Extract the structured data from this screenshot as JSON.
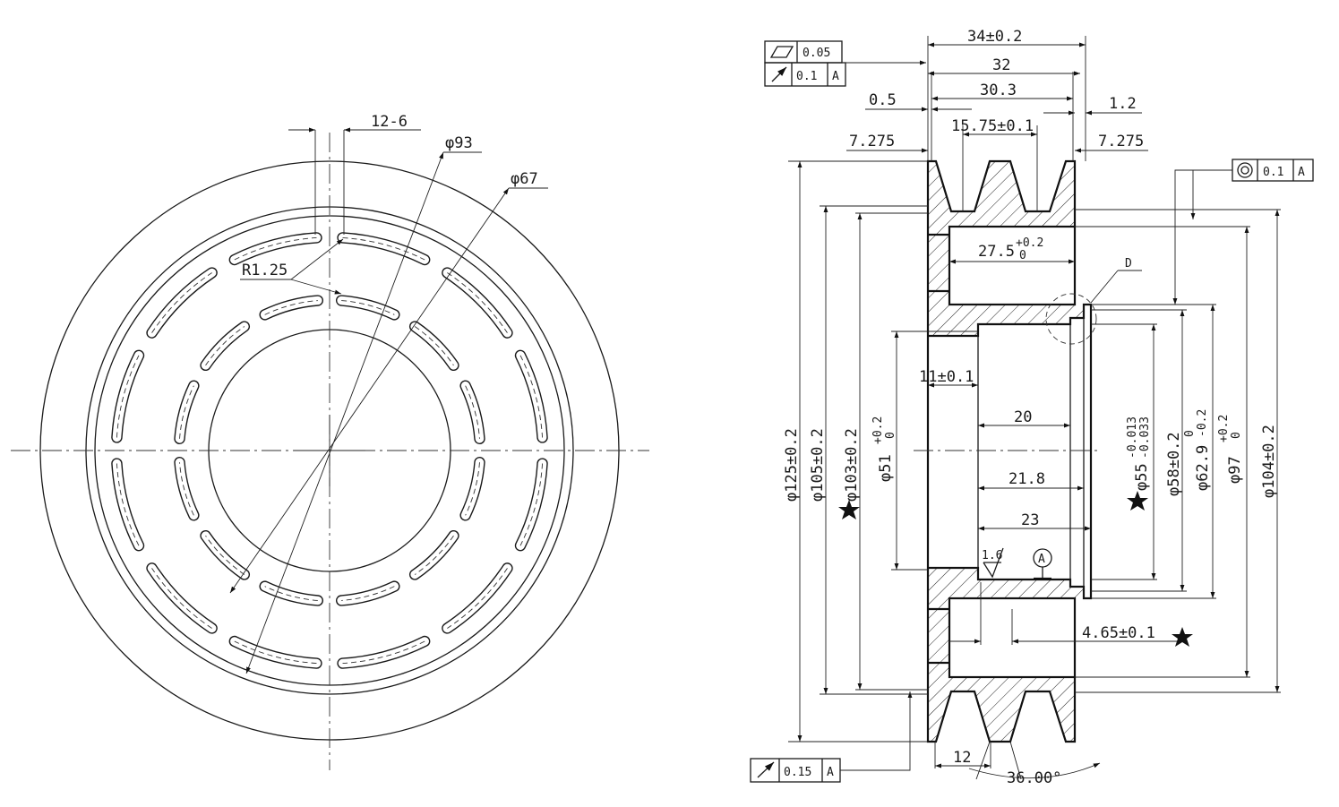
{
  "front_view": {
    "slot_dim": "12-6",
    "dia_outer_slots": "φ93",
    "dia_inner_slots": "φ67",
    "radius": "R1.25"
  },
  "section_view": {
    "flatness_frame": {
      "symbol": "flatness",
      "value": "0.05"
    },
    "runout_top_frame": {
      "symbol": "runout",
      "value": "0.1",
      "datum": "A"
    },
    "concentricity_frame": {
      "symbol": "concentricity",
      "value": "0.1",
      "datum": "A"
    },
    "runout_bottom_frame": {
      "symbol": "runout",
      "value": "0.15",
      "datum": "A"
    },
    "dims": {
      "total_width": "34±0.2",
      "width_32": "32",
      "width_30_3": "30.3",
      "offset_0_5": "0.5",
      "offset_1_2": "1.2",
      "groove_pitch": "15.75±0.1",
      "edge_left": "7.275",
      "edge_right": "7.275",
      "hole_depth": "27.5",
      "hole_depth_tol": "+0.2",
      "hole_depth_tol_low": "0",
      "detail_label": "D",
      "dim_11": "11±0.1",
      "dim_20": "20",
      "dim_21_8": "21.8",
      "dim_23": "23",
      "roughness": "1.6",
      "datum_label": "A",
      "dim_4_65": "4.65±0.1",
      "groove_width": "12",
      "groove_angle": "36.00°",
      "dia_125": "φ125±0.2",
      "dia_105": "φ105±0.2",
      "dia_103": "φ103±0.2",
      "dia_51": "φ51",
      "dia_51_tol_up": "+0.2",
      "dia_51_tol_low": "0",
      "dia_55": "φ55",
      "dia_55_tol_up": "-0.013",
      "dia_55_tol_low": "-0.033",
      "dia_58": "φ58±0.2",
      "dia_62_9": "φ62.9",
      "dia_62_9_tol_up": "0",
      "dia_62_9_tol_low": "-0.2",
      "dia_97": "φ97",
      "dia_97_tol_up": "+0.2",
      "dia_97_tol_low": "0",
      "dia_104": "φ104±0.2"
    }
  }
}
